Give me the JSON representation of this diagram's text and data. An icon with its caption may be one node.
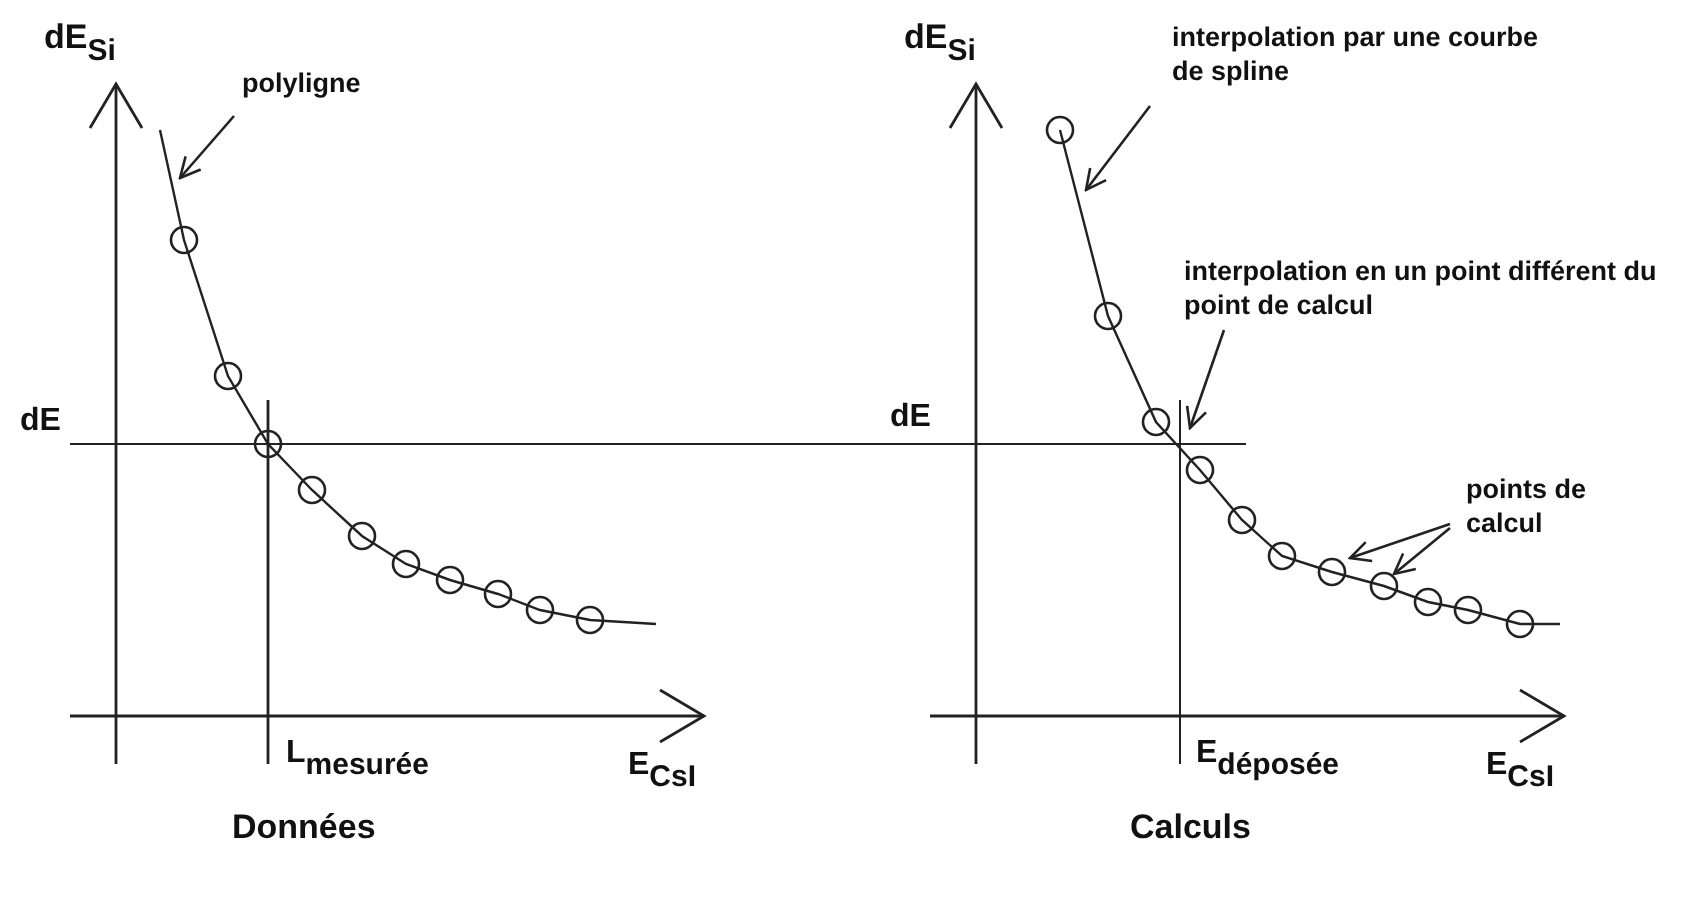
{
  "diagram": {
    "nodes": [
      {
        "text": [
          "polyligne"
        ]
      },
      {
        "text": [
          "interpolation par une courbe de spline"
        ]
      },
      {
        "text": [
          "interpolation en un point différent du point de calcul"
        ]
      },
      {
        "text": [
          "points de calcul"
        ]
      }
    ],
    "edges": [
      {
        "from": 0,
        "to": null,
        "arrow": "to"
      },
      {
        "from": 1,
        "to": null,
        "arrow": "to"
      },
      {
        "from": 2,
        "to": null,
        "arrow": "to"
      },
      {
        "from": 3,
        "to": null,
        "arrow": "to"
      },
      {
        "from": 3,
        "to": null,
        "arrow": "to"
      }
    ],
    "labels": [
      "dE$_{Si}$",
      "dE$_{Si}$",
      "dE",
      "dE",
      "L$_{mesurée}$",
      "E$_{CsI}$",
      "E$_{déposée}$",
      "E$_{CsI}$",
      "Données",
      "Calculs"
    ]
  }
}
